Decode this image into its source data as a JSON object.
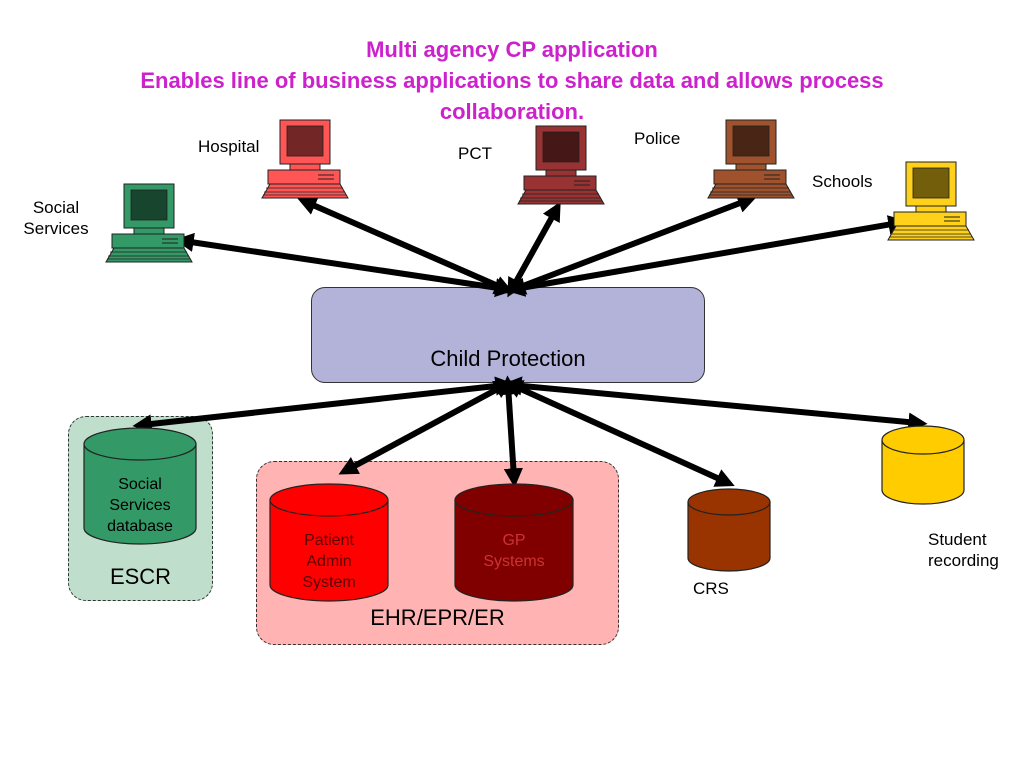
{
  "title": {
    "line1": "Multi agency CP application",
    "line2": "Enables line of business applications to share data and allows process",
    "line3": "collaboration."
  },
  "computers": {
    "hospital": {
      "label": "Hospital",
      "color": "#ff5555"
    },
    "pct": {
      "label": "PCT",
      "color": "#993333"
    },
    "police": {
      "label": "Police",
      "color": "#a0522d"
    },
    "schools": {
      "label": "Schools",
      "color": "#ffd11a"
    },
    "social_services": {
      "label_line1": "Social",
      "label_line2": "Services",
      "color": "#339966"
    }
  },
  "hub": {
    "label": "Child Protection",
    "color": "#b3b3d9"
  },
  "groups": {
    "escr": {
      "label": "ESCR"
    },
    "ehr": {
      "label": "EHR/EPR/ER"
    }
  },
  "databases": {
    "social_services_db": {
      "line1": "Social",
      "line2": "Services",
      "line3": "database",
      "color": "#339966"
    },
    "patient_admin": {
      "line1": "Patient",
      "line2": "Admin",
      "line3": "System",
      "color": "#ff0000"
    },
    "gp_systems": {
      "line1": "GP",
      "line2": "Systems",
      "color": "#800000"
    },
    "crs": {
      "label": "CRS",
      "color": "#993300"
    },
    "student_recording": {
      "label_line1": "Student",
      "label_line2": "recording",
      "color": "#ffcc00"
    }
  }
}
